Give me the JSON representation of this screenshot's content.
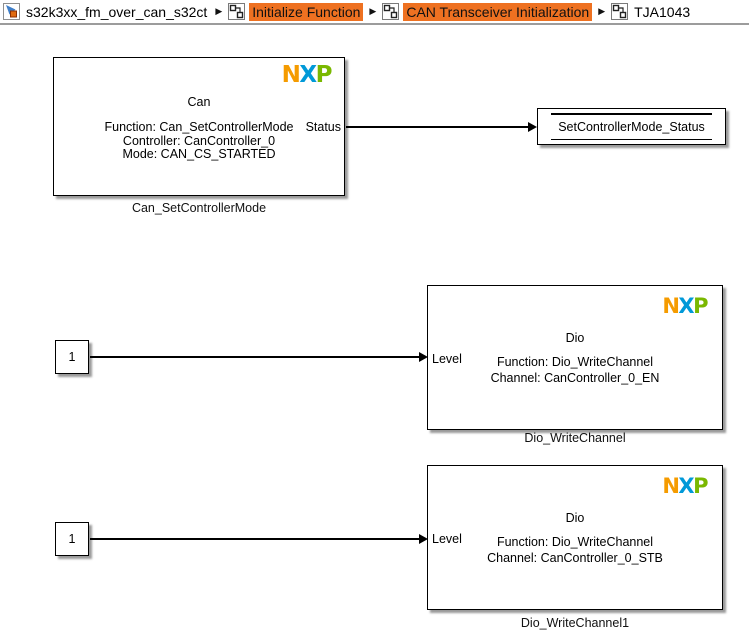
{
  "breadcrumb": {
    "separator": "▶",
    "items": [
      {
        "label": "s32k3xx_fm_over_can_s32ct",
        "highlighted": false,
        "icon": "model-icon"
      },
      {
        "label": "Initialize Function",
        "highlighted": true,
        "icon": "subsystem-icon"
      },
      {
        "label": "CAN Transceiver Initialization",
        "highlighted": true,
        "icon": "subsystem-icon"
      },
      {
        "label": "TJA1043",
        "highlighted": false,
        "icon": "subsystem-icon"
      }
    ]
  },
  "colors": {
    "breadcrumb_highlight": "#ee7121",
    "logo_n_orange": "#f59b00",
    "logo_x_blue": "#0099d8",
    "logo_p_green": "#7ab800",
    "block_border": "#000000",
    "canvas_background": "#ffffff"
  },
  "logo": {
    "n": "N",
    "x": "X",
    "p": "P"
  },
  "diagram": {
    "blocks": {
      "can_set_controller_mode": {
        "title": "Can",
        "lines": [
          "Function: Can_SetControllerMode",
          "Controller: CanController_0",
          "Mode: CAN_CS_STARTED"
        ],
        "output_port": "Status",
        "label": "Can_SetControllerMode"
      },
      "set_controller_mode_status": {
        "text": "SetControllerMode_Status"
      },
      "constant1": {
        "value": "1"
      },
      "constant2": {
        "value": "1"
      },
      "dio_write_channel": {
        "title": "Dio",
        "lines": [
          "Function: Dio_WriteChannel",
          "Channel: CanController_0_EN"
        ],
        "input_port": "Level",
        "label": "Dio_WriteChannel"
      },
      "dio_write_channel1": {
        "title": "Dio",
        "lines": [
          "Function: Dio_WriteChannel",
          "Channel: CanController_0_STB"
        ],
        "input_port": "Level",
        "label": "Dio_WriteChannel1"
      }
    }
  }
}
